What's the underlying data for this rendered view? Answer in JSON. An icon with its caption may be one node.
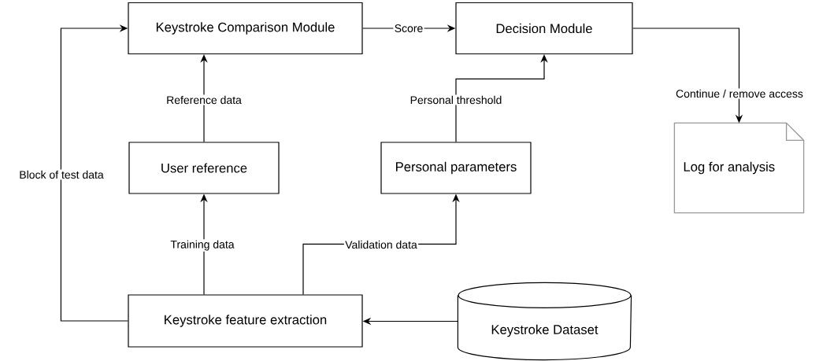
{
  "diagram": {
    "nodes": [
      {
        "text": [
          "Keystroke Comparison Module"
        ]
      },
      {
        "text": [
          "Decision Module"
        ]
      },
      {
        "text": [
          "User reference"
        ]
      },
      {
        "text": [
          "Personal parameters"
        ]
      },
      {
        "text": [
          "Log for analysis"
        ]
      },
      {
        "text": [
          "Keystroke feature extraction"
        ]
      },
      {
        "text": [
          "Keystroke Dataset"
        ]
      }
    ],
    "edges": [
      {
        "from": 5,
        "to": 0,
        "arrow": "to",
        "label": "Block of test data"
      },
      {
        "from": 0,
        "to": 1,
        "arrow": "to",
        "label": "Score"
      },
      {
        "from": 2,
        "to": 0,
        "arrow": "to",
        "label": "Reference data"
      },
      {
        "from": 3,
        "to": 1,
        "arrow": "to",
        "label": "Personal threshold"
      },
      {
        "from": 1,
        "to": 4,
        "arrow": "to",
        "label": "Continue / remove access"
      },
      {
        "from": 5,
        "to": 2,
        "arrow": "to",
        "label": "Training data"
      },
      {
        "from": 5,
        "to": 3,
        "arrow": "to",
        "label": "Validation data"
      },
      {
        "from": 6,
        "to": 5,
        "arrow": "to"
      }
    ]
  }
}
